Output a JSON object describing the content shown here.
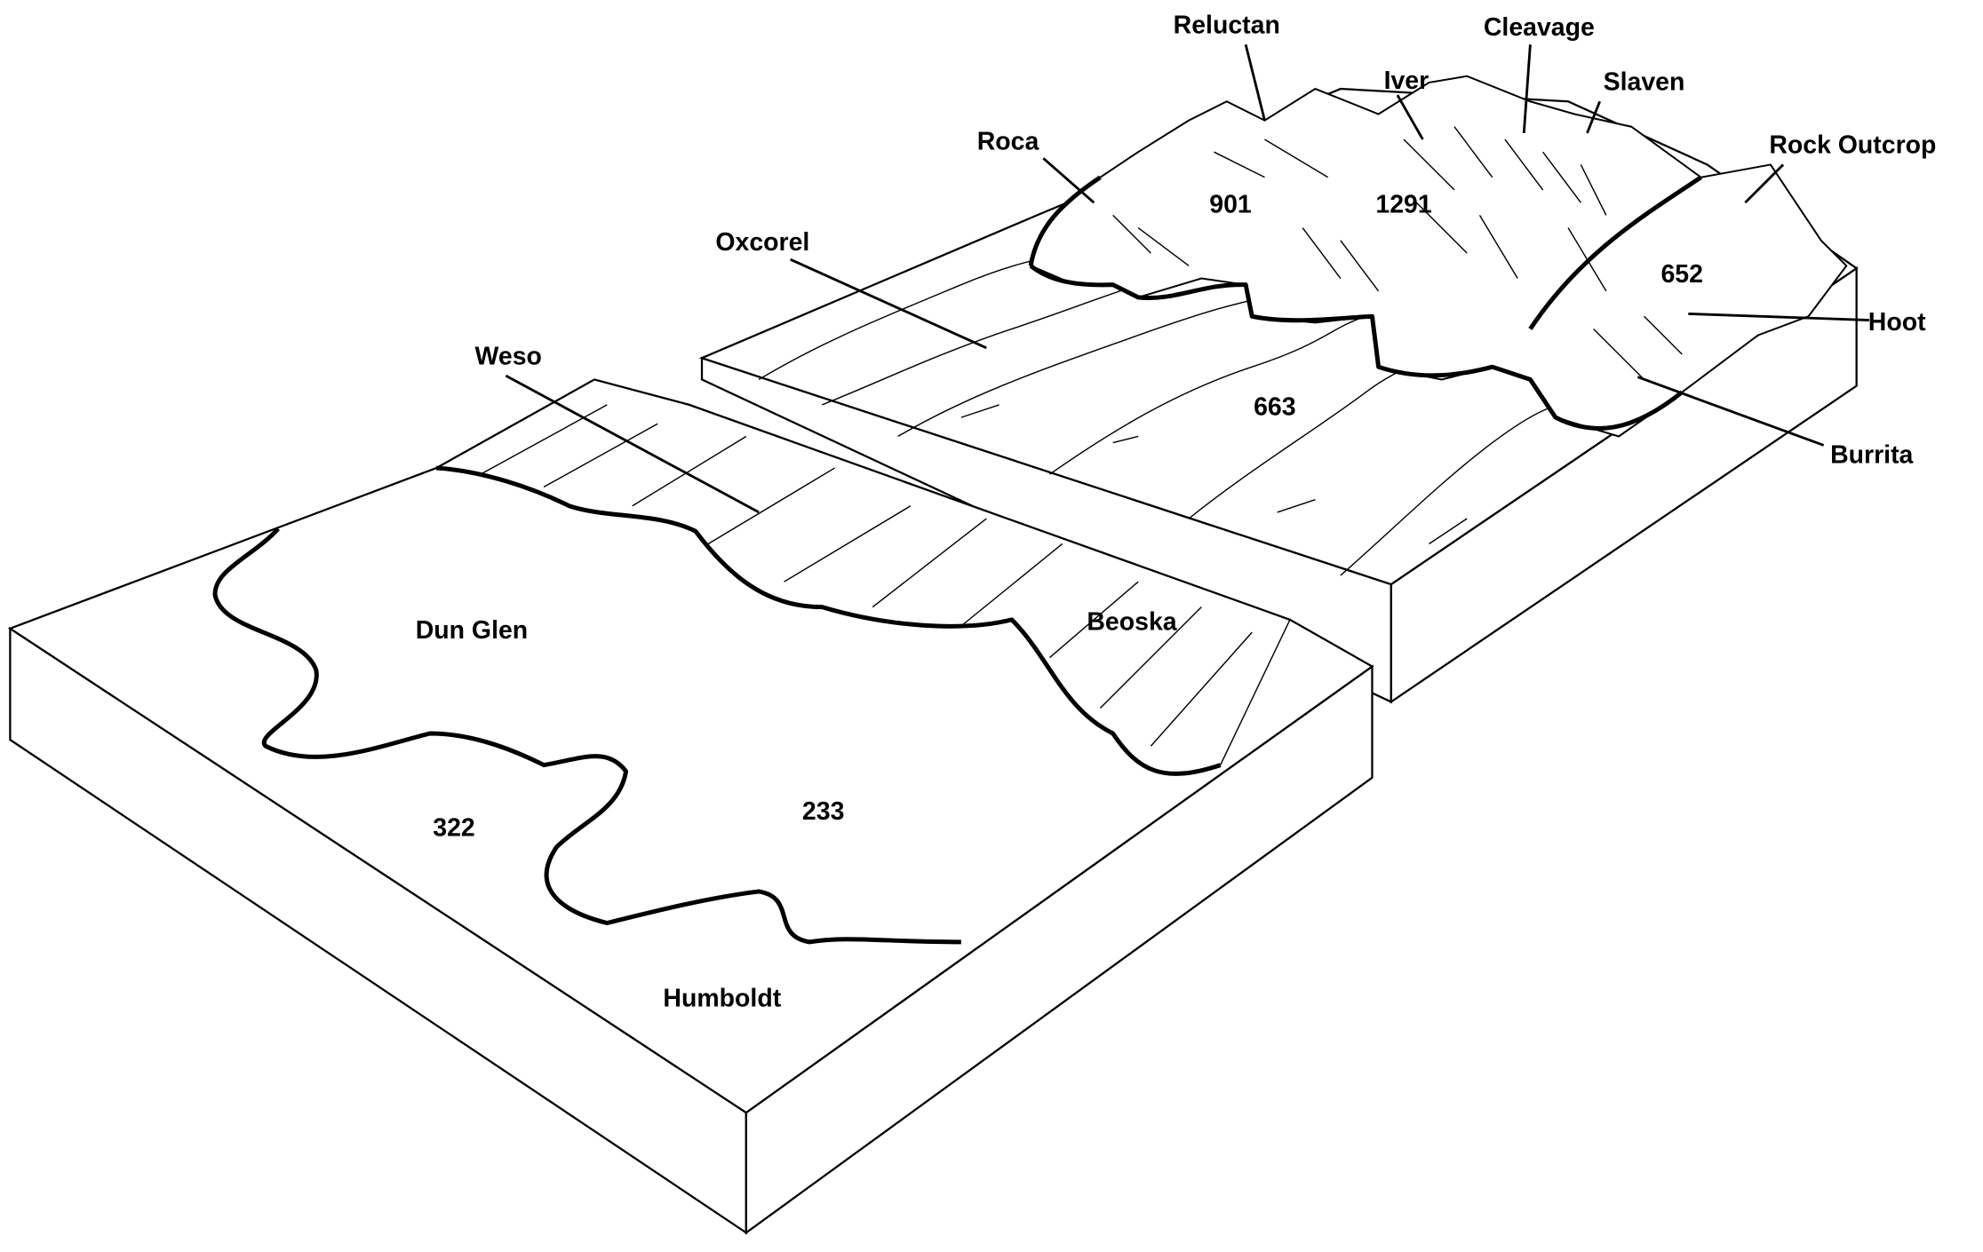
{
  "diagram": {
    "type": "block-diagram",
    "labels": {
      "reluctan": "Reluctan",
      "cleavage": "Cleavage",
      "iver": "Iver",
      "slaven": "Slaven",
      "roca": "Roca",
      "rock_outcrop": "Rock Outcrop",
      "oxcorel": "Oxcorel",
      "hoot": "Hoot",
      "weso": "Weso",
      "burrita": "Burrita",
      "dun_glen": "Dun Glen",
      "beoska": "Beoska",
      "humboldt": "Humboldt"
    },
    "map_units": {
      "u901": "901",
      "u1291": "1291",
      "u652": "652",
      "u663": "663",
      "u322": "322",
      "u233": "233"
    }
  }
}
